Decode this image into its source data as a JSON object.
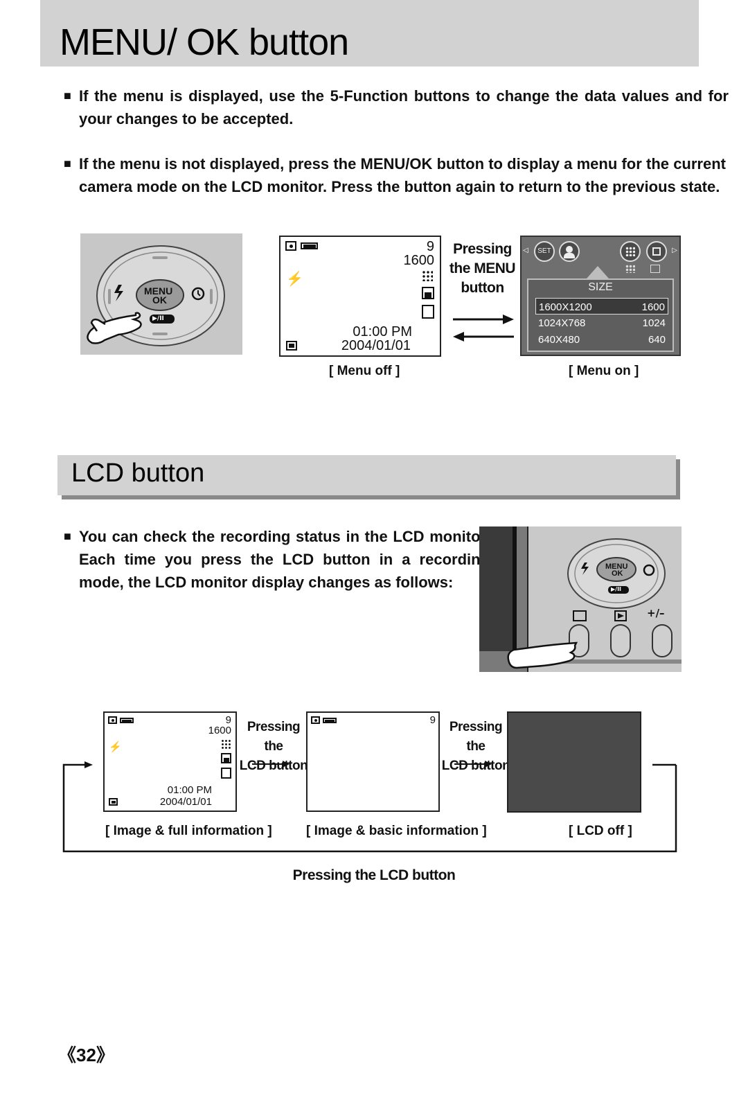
{
  "section1": {
    "title": "MENU/ OK button",
    "bullet": "■",
    "paragraphs": [
      "If the menu is displayed, use the 5-Function buttons to change the data values and for your changes to be accepted.",
      "If the menu is not displayed, press the MENU/OK button to display a menu for the current camera mode on the LCD monitor. Press the button again to return to the previous state."
    ],
    "camera_buttons": {
      "menu": "MENU",
      "ok": "OK",
      "play": "▶/II"
    },
    "menu_off_screen": {
      "shots": "9",
      "size": "1600",
      "time": "01:00 PM",
      "date": "2004/01/01"
    },
    "pressing_label": [
      "Pressing",
      "the MENU",
      "button"
    ],
    "menu_on_screen": {
      "set_icon": "SET",
      "heading": "SIZE",
      "options": [
        {
          "label": "1600X1200",
          "value": "1600"
        },
        {
          "label": "1024X768",
          "value": "1024"
        },
        {
          "label": "640X480",
          "value": "640"
        }
      ],
      "selected_index": 0
    },
    "caption_off": "[ Menu off ]",
    "caption_on": "[ Menu on ]"
  },
  "section2": {
    "title": "LCD button",
    "bullet": "■",
    "paragraph": "You can check the recording status in the LCD monitor. Each time you press the LCD button in a recording mode, the LCD monitor display changes as follows:",
    "camera_buttons": {
      "menu": "MENU",
      "ok": "OK",
      "play": "▶/II",
      "ev_del": "+/–"
    },
    "screen_full": {
      "shots": "9",
      "size": "1600",
      "time": "01:00 PM",
      "date": "2004/01/01"
    },
    "screen_basic": {
      "shots": "9"
    },
    "press_label_1": [
      "Pressing the",
      "LCD button"
    ],
    "press_label_2": [
      "Pressing the",
      "LCD button"
    ],
    "captions": [
      "[ Image & full information ]",
      "[ Image & basic information ]",
      "[ LCD off ]"
    ],
    "loop_label": "Pressing the LCD button"
  },
  "page_number": "32",
  "page_number_brackets": [
    "《",
    "》"
  ],
  "colors": {
    "header_bg": "#d2d2d2",
    "lcd_off": "#4a4a4a",
    "menu_bg": "#6f6f6f"
  }
}
